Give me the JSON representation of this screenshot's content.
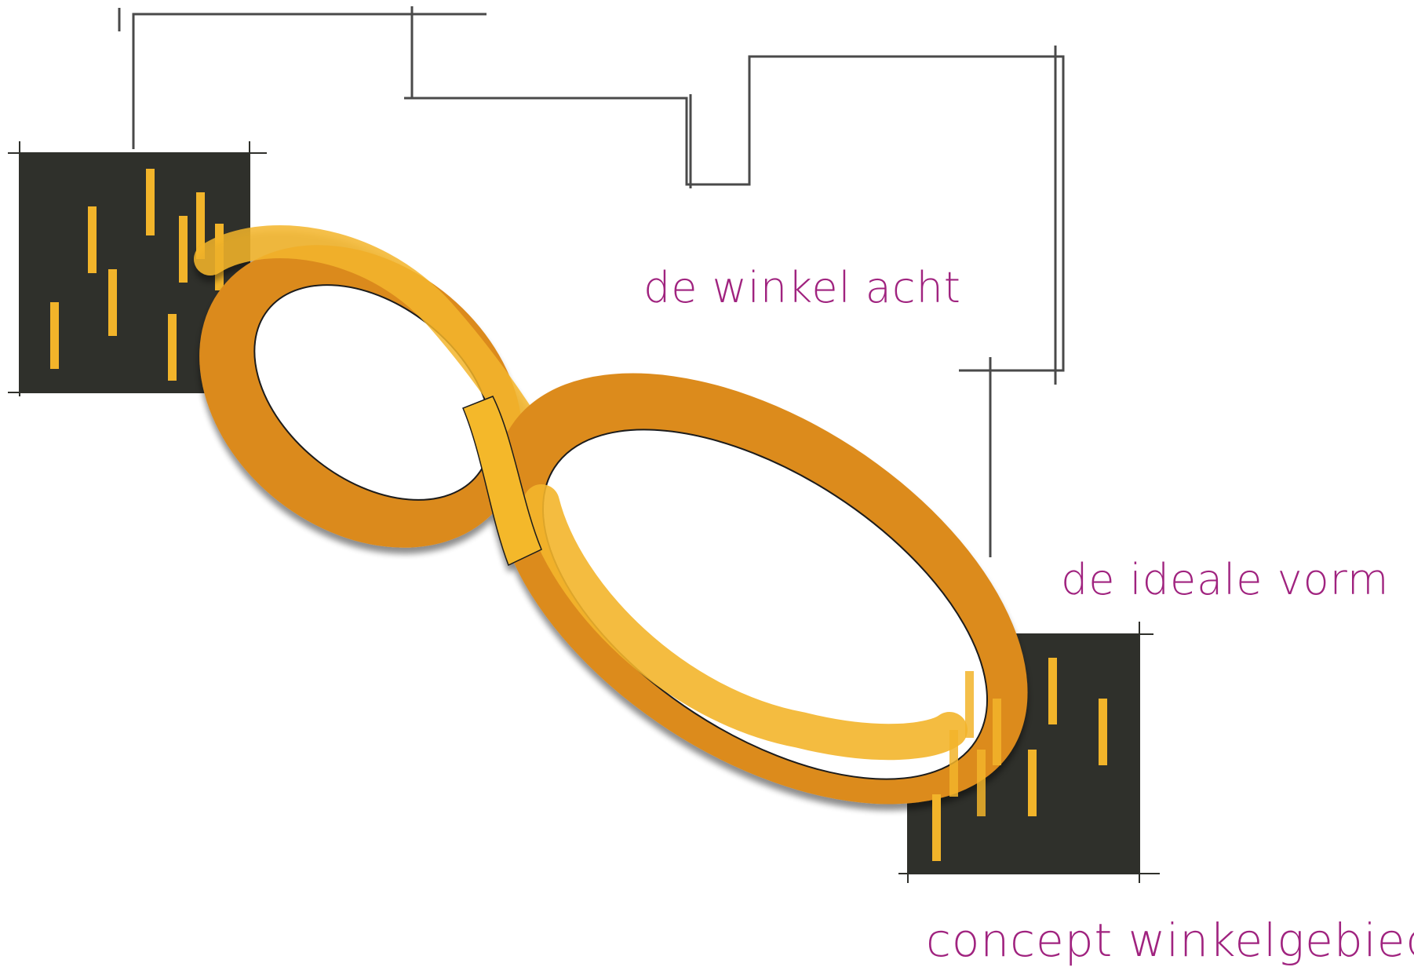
{
  "labels": {
    "winkel_acht": "de winkel acht",
    "ideale_vorm": "de ideale vorm",
    "concept": "concept winkelgebied"
  },
  "colors": {
    "label": "#a0237f",
    "block": "#2f302b",
    "bar": "#f2b42a",
    "ring_light": "#f2b629",
    "ring_dark": "#db8a1f",
    "line": "#4a4a4a"
  }
}
